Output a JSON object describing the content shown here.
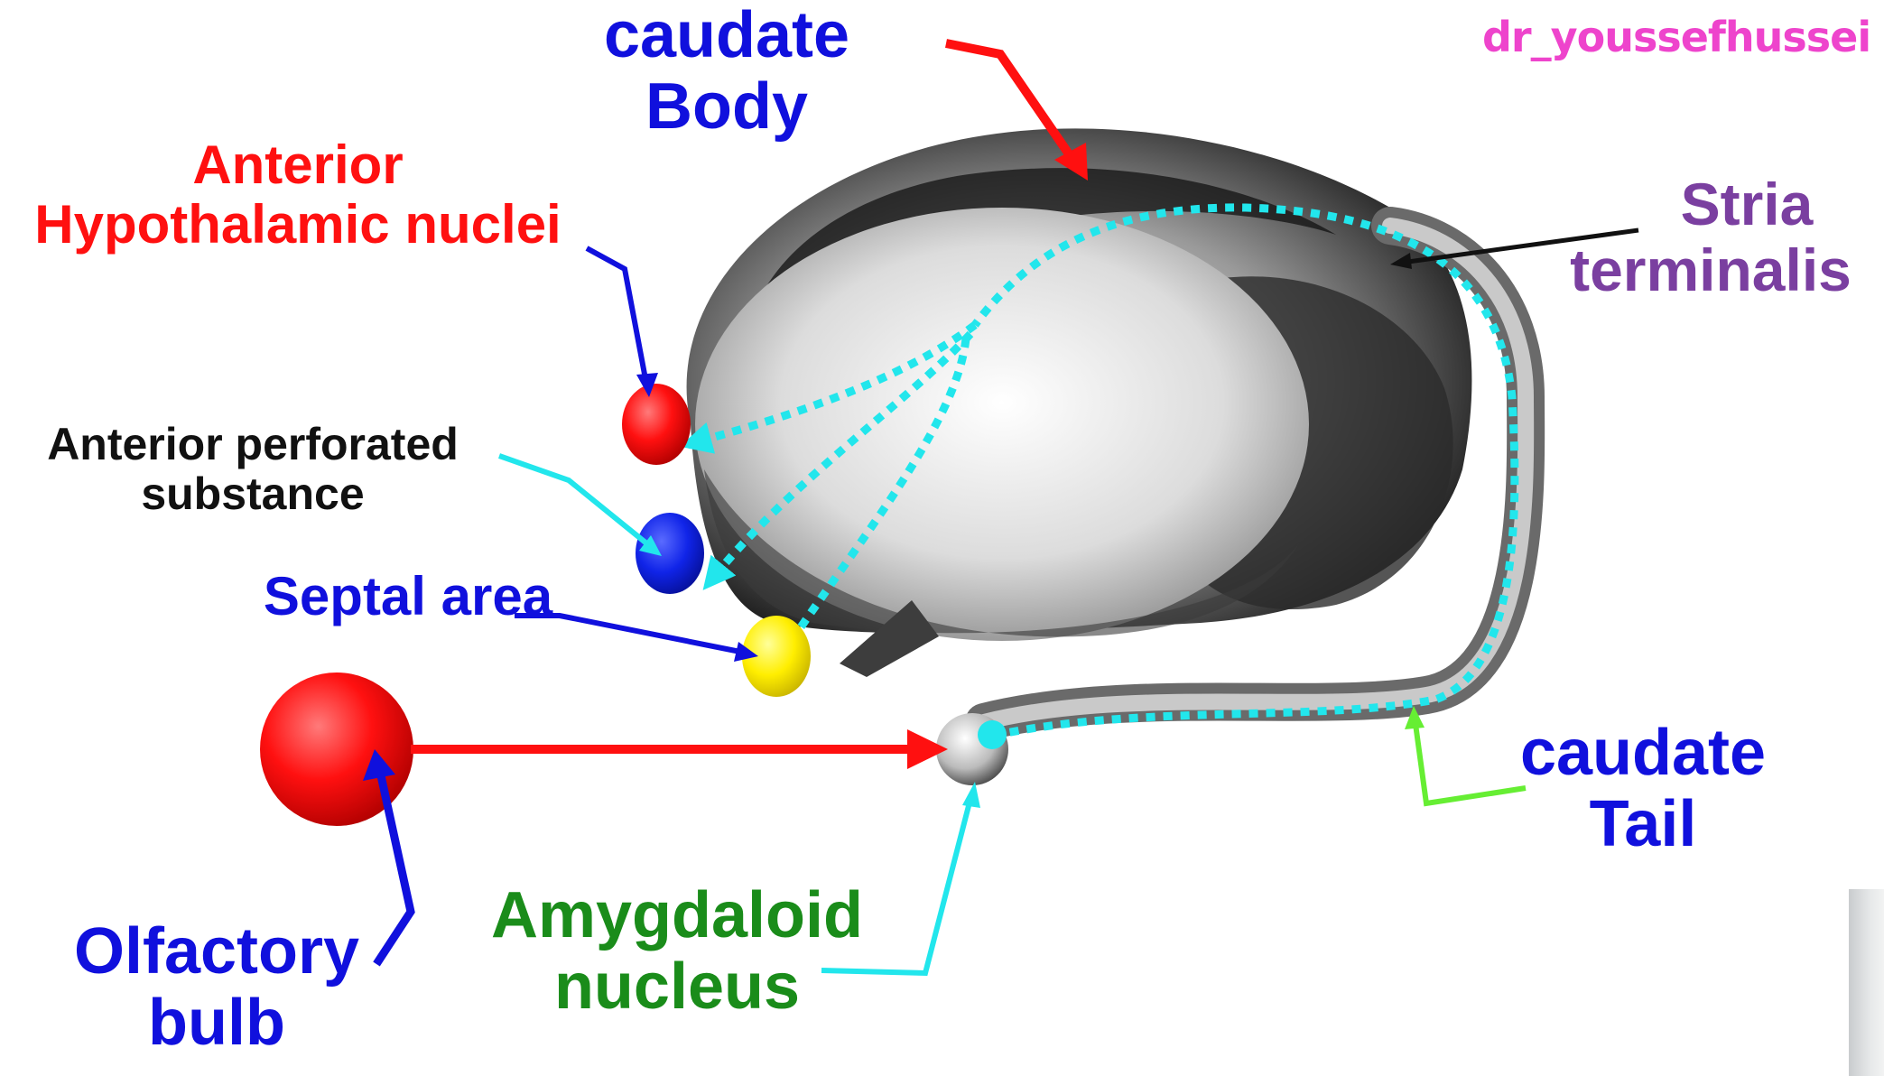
{
  "watermark": "dr_youssefhussei",
  "labels": {
    "caudate_body": [
      "caudate",
      "Body"
    ],
    "anterior_hypothalamic": [
      "Anterior",
      "Hypothalamic nuclei"
    ],
    "stria_terminalis": [
      "Stria",
      "terminalis"
    ],
    "anterior_perforated": [
      "Anterior perforated",
      "substance"
    ],
    "septal_area": "Septal area",
    "olfactory_bulb": [
      "Olfactory",
      "bulb"
    ],
    "amygdaloid_nucleus": [
      "Amygdaloid",
      "nucleus"
    ],
    "caudate_tail": [
      "caudate",
      "Tail"
    ]
  },
  "colors": {
    "red": "#ff1010",
    "blue": "#1010dd",
    "purple": "#7a3fa0",
    "green": "#1a8c1a",
    "black": "#111111",
    "cyan": "#22e6ec",
    "pink": "#ee44cc",
    "lime": "#66ee33",
    "yellow": "#ffee00"
  }
}
